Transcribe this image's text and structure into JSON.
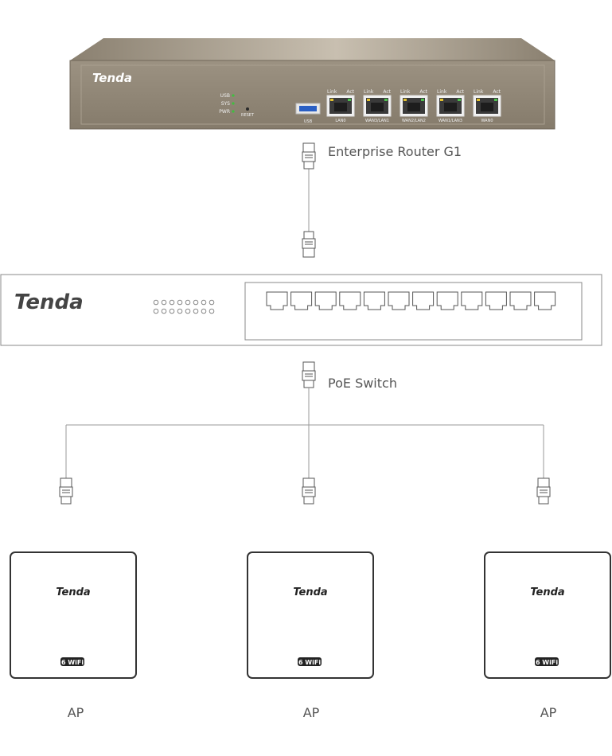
{
  "router": {
    "brand": "Tenda",
    "label": "Enterprise Router G1",
    "leds": [
      "USB",
      "SYS",
      "PWR"
    ],
    "reset_label": "RESET",
    "usb_label": "USB",
    "port_link": "Link",
    "port_act": "Act",
    "ports": [
      "LAN0",
      "WAN3/LAN1",
      "WAN2/LAN2",
      "WAN1/LAN3",
      "WAN0"
    ]
  },
  "switch": {
    "brand": "Tenda",
    "label": "PoE Switch",
    "port_count": 12
  },
  "aps": [
    {
      "label": "AP",
      "brand": "Tenda",
      "badge": "6 WiFi"
    },
    {
      "label": "AP",
      "brand": "Tenda",
      "badge": "6 WiFi"
    },
    {
      "label": "AP",
      "brand": "Tenda",
      "badge": "6 WiFi"
    }
  ],
  "colors": {
    "router_body": "#8f8677",
    "led_green": "#3fbf3f",
    "line": "#999999"
  }
}
